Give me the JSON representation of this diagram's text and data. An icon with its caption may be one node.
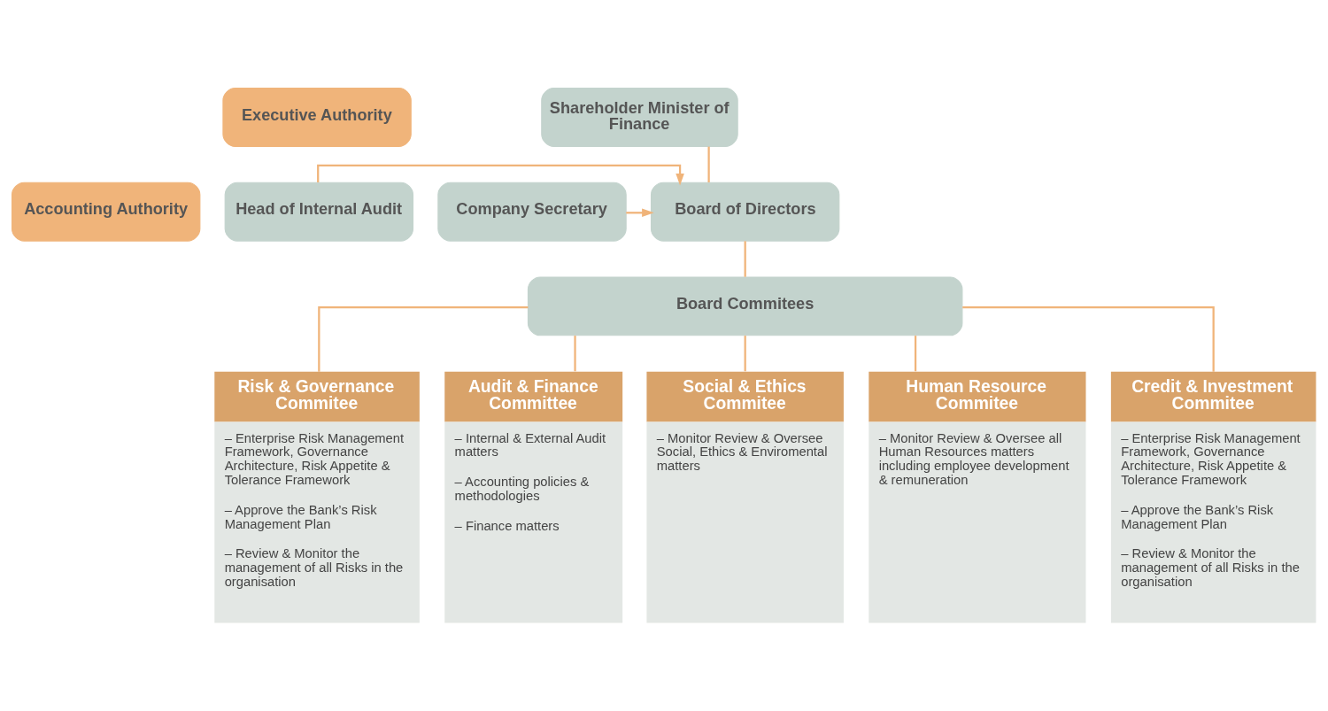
{
  "diagram": {
    "nodes": [
      {
        "text": [
          "Executive Authority"
        ]
      },
      {
        "text": [
          "Shareholder Minister of Finance"
        ]
      },
      {
        "text": [
          "Accounting Authority"
        ]
      },
      {
        "text": [
          "Head of Internal Audit"
        ]
      },
      {
        "text": [
          "Board of Directors"
        ]
      },
      {
        "text": [
          "Company Secretary"
        ]
      },
      {
        "text": [
          "Board Commitees"
        ]
      },
      {
        "text": [
          "Risk & Governance Commitee",
          "– Enterprise Risk Management Framework, Governance Architecture, Risk Appetite & Tolerance Framework",
          "– Approve the Bank’s Risk Management Plan",
          "– Review & Monitor the management of all Risks in the organisation"
        ]
      },
      {
        "text": [
          "Audit & Finance Committee",
          "– Internal & External Audit matters",
          "– Accounting policies & methodologies",
          "– Finance matters"
        ]
      },
      {
        "text": [
          "Social & Ethics Commitee",
          "– Monitor Review & Oversee Social, Ethics & Enviromental matters"
        ]
      },
      {
        "text": [
          "Human Resource Commitee",
          "– Monitor Review & Oversee all Human Resources matters including employee development & remuneration"
        ]
      },
      {
        "text": [
          "Credit & Investment Commitee",
          "– Enterprise Risk Management Framework, Governance Architecture, Risk Appetite & Tolerance Framework",
          "– Approve the Bank’s Risk Management Plan",
          "– Review & Monitor the management of all Risks in the organisation"
        ]
      }
    ],
    "edges": [
      {
        "from": 1,
        "to": 4,
        "arrow": "none"
      },
      {
        "from": 3,
        "to": 4,
        "arrow": "to"
      },
      {
        "from": 5,
        "to": 4,
        "arrow": "to"
      },
      {
        "from": 4,
        "to": 6,
        "arrow": "none"
      },
      {
        "from": 6,
        "to": 7,
        "arrow": "none"
      },
      {
        "from": 6,
        "to": 8,
        "arrow": "none"
      },
      {
        "from": 6,
        "to": 9,
        "arrow": "none"
      },
      {
        "from": 6,
        "to": 10,
        "arrow": "none"
      },
      {
        "from": 6,
        "to": 11,
        "arrow": "none"
      }
    ]
  }
}
